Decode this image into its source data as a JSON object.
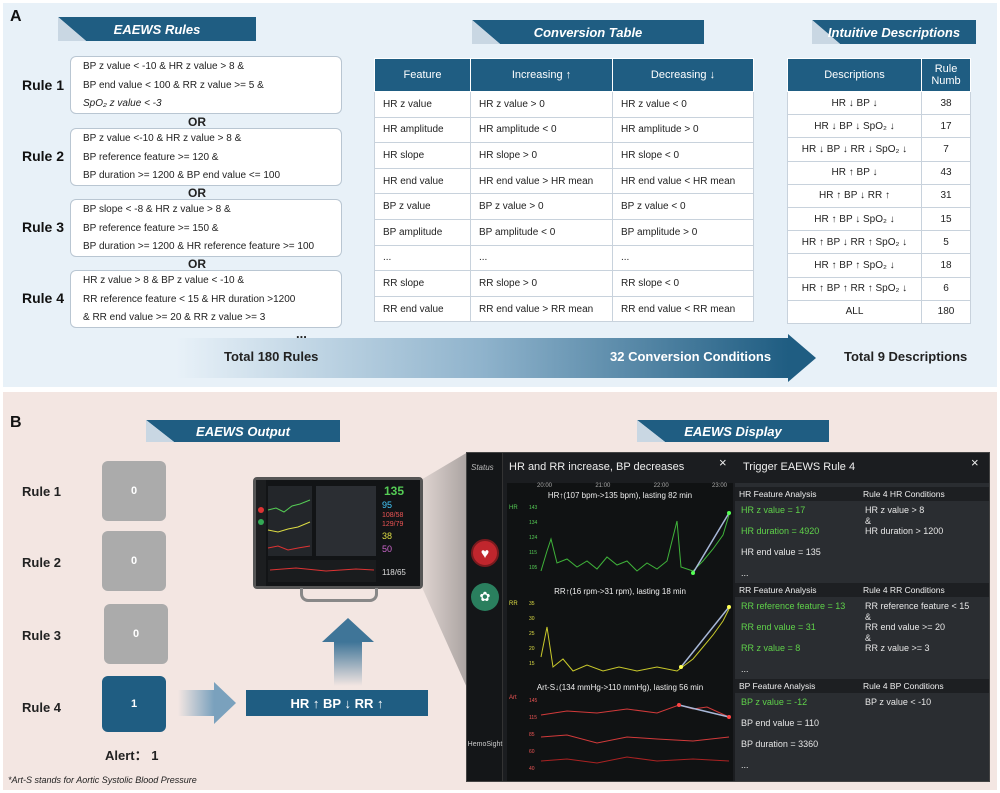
{
  "panelA": {
    "letter": "A",
    "rules_banner": "EAEWS Rules",
    "conversion_banner": "Conversion Table",
    "intuitive_banner": "Intuitive Descriptions",
    "rules": [
      {
        "label": "Rule 1",
        "lines": [
          "BP z value < -10 & HR z value > 8 &",
          "BP end value < 100 & RR z value >= 5 &",
          "SpO₂ z value < -3"
        ]
      },
      {
        "label": "Rule 2",
        "lines": [
          "BP z value <-10 & HR z value > 8 &",
          "BP reference feature >= 120 &",
          "BP duration >= 1200 & BP end value <= 100"
        ]
      },
      {
        "label": "Rule 3",
        "lines": [
          "BP slope < -8 & HR z value > 8 &",
          "BP reference feature >= 150 &",
          "BP duration >= 1200 & HR reference feature >= 100"
        ]
      },
      {
        "label": "Rule 4",
        "lines": [
          "HR z value > 8  & BP z value < -10 &",
          "RR  reference feature < 15 & HR duration >1200",
          "& RR end value >= 20 & RR z value >= 3"
        ]
      }
    ],
    "or_label": "OR",
    "ellipsis": "...",
    "conversion_table": {
      "headers": [
        "Feature",
        "Increasing ↑",
        "Decreasing ↓"
      ],
      "rows": [
        [
          "HR z value",
          "HR z value > 0",
          "HR z value < 0"
        ],
        [
          "HR amplitude",
          "HR amplitude < 0",
          "HR amplitude > 0"
        ],
        [
          "HR slope",
          "HR slope > 0",
          "HR slope < 0"
        ],
        [
          "HR end value",
          "HR end value > HR mean",
          "HR end value < HR mean"
        ],
        [
          "BP z value",
          "BP z value > 0",
          "BP z value < 0"
        ],
        [
          "BP amplitude",
          "BP amplitude < 0",
          "BP amplitude > 0"
        ],
        [
          "...",
          "...",
          "..."
        ],
        [
          "RR slope",
          "RR slope > 0",
          "RR slope < 0"
        ],
        [
          "RR end value",
          "RR end value > RR mean",
          "RR end value < RR mean"
        ]
      ]
    },
    "descriptions_table": {
      "headers": [
        "Descriptions",
        "Rule Numb"
      ],
      "rows": [
        [
          "HR ↓  BP ↓",
          "38"
        ],
        [
          "HR ↓  BP ↓  SpO₂ ↓",
          "17"
        ],
        [
          "HR ↓  BP ↓  RR ↓  SpO₂ ↓",
          "7"
        ],
        [
          "HR ↑  BP ↓",
          "43"
        ],
        [
          "HR ↑  BP ↓  RR ↑",
          "31"
        ],
        [
          "HR ↑  BP ↓  SpO₂ ↓",
          "15"
        ],
        [
          "HR ↑  BP ↓  RR ↑  SpO₂ ↓",
          "5"
        ],
        [
          "HR ↑  BP ↑  SpO₂ ↓",
          "18"
        ],
        [
          "HR ↑  BP ↑  RR ↑  SpO₂ ↓",
          "6"
        ],
        [
          "ALL",
          "180"
        ]
      ]
    },
    "total_rules": "Total 180 Rules",
    "conversion_conditions": "32 Conversion Conditions",
    "total_descriptions": "Total 9 Descriptions"
  },
  "panelB": {
    "letter": "B",
    "output_banner": "EAEWS  Output",
    "display_banner": "EAEWS Display",
    "outputs": [
      {
        "label": "Rule 1",
        "value": "0"
      },
      {
        "label": "Rule 2",
        "value": "0"
      },
      {
        "label": "Rule 3",
        "value": "0"
      },
      {
        "label": "Rule 4",
        "value": "1"
      }
    ],
    "alert_text": "Alert：  1",
    "result_text": "HR ↑  BP ↓  RR ↑",
    "footnote": "*Art-S stands for Aortic Systolic Blood Pressure",
    "monitor_values": [
      "135",
      "95",
      "108/58",
      "129/79",
      "38",
      "50",
      "118/65"
    ],
    "display": {
      "status_label": "Status",
      "title": "HR and RR increase, BP decreases",
      "trigger_title": "Trigger EAEWS Rule 4",
      "close": "×",
      "time_ticks": [
        "20:00",
        "21:00",
        "22:00",
        "23:00"
      ],
      "wave_titles": [
        "HR↑(107 bpm->135 bpm), lasting 82 min",
        "RR↑(16 rpm->31 rpm), lasting 18 min",
        "Art-S↓(134 mmHg->110 mmHg), lasting 56 min"
      ],
      "wave_labels": [
        "HR",
        "RR",
        "Art"
      ],
      "hr_ticks": [
        "143",
        "134",
        "124",
        "115",
        "105"
      ],
      "rr_ticks": [
        "35",
        "30",
        "25",
        "20",
        "15"
      ],
      "art_ticks": [
        "145",
        "115",
        "85",
        "60",
        "40"
      ],
      "hemosight": "HemoSight",
      "sections": [
        {
          "head_left": "HR Feature  Analysis",
          "head_right": "Rule 4  HR Conditions",
          "left": [
            {
              "t": "HR z value = 17",
              "c": "g"
            },
            {
              "t": "HR duration = 4920",
              "c": "g"
            },
            {
              "t": "HR end value = 135",
              "c": "w"
            },
            {
              "t": "...",
              "c": "w"
            }
          ],
          "right": [
            "HR z value > 8",
            "&",
            "HR duration > 1200"
          ]
        },
        {
          "head_left": "RR Feature  Analysis",
          "head_right": "Rule 4  RR Conditions",
          "left": [
            {
              "t": "RR  reference feature  = 13",
              "c": "g"
            },
            {
              "t": "RR end value  = 31",
              "c": "g"
            },
            {
              "t": "RR z value  = 8",
              "c": "g"
            },
            {
              "t": "...",
              "c": "w"
            }
          ],
          "right": [
            "RR  reference feature < 15",
            "&",
            "RR end value >= 20",
            "&",
            "RR z value >= 3"
          ]
        },
        {
          "head_left": "BP Feature  Analysis",
          "head_right": "Rule 4  BP Conditions",
          "left": [
            {
              "t": "BP z value  = -12",
              "c": "g"
            },
            {
              "t": "BP  end value = 110",
              "c": "w"
            },
            {
              "t": "BP duration = 3360",
              "c": "w"
            },
            {
              "t": "...",
              "c": "w"
            }
          ],
          "right": [
            "BP z value < -10"
          ]
        }
      ]
    }
  },
  "colors": {
    "banner": "#1f5d82",
    "active_rule": "#1f5d82",
    "inactive_rule": "#ababab",
    "green_text": "#5fd14a"
  }
}
